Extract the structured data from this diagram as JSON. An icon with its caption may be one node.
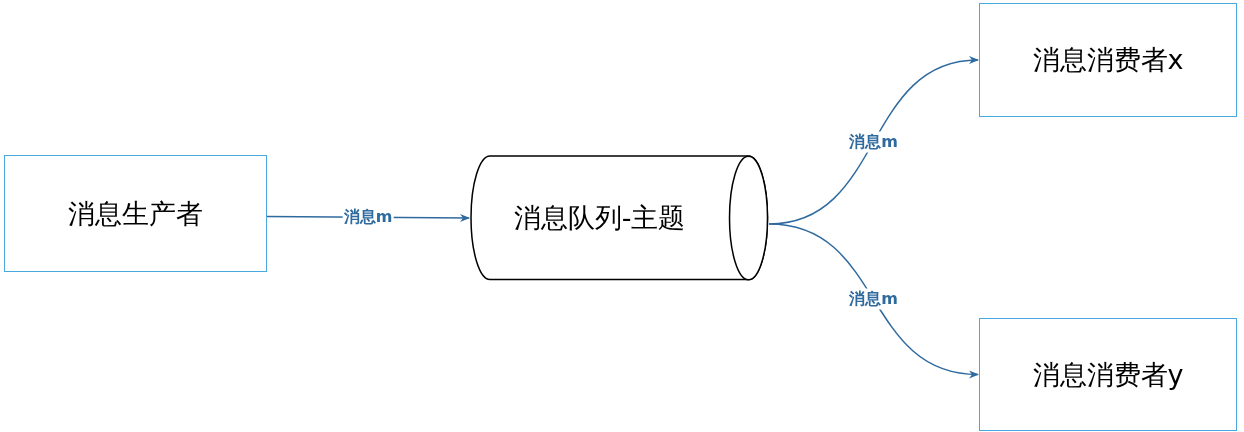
{
  "diagram": {
    "nodes": [
      {
        "text": [
          "消息生产者"
        ]
      },
      {
        "text": [
          "消息队列-主题"
        ]
      },
      {
        "text": [
          "消息消费者x"
        ]
      },
      {
        "text": [
          "消息消费者y"
        ]
      }
    ],
    "edges": [
      {
        "from": 0,
        "to": 1,
        "arrow": "to",
        "label": "消息m"
      },
      {
        "from": 1,
        "to": 2,
        "arrow": "to",
        "label": "消息m"
      },
      {
        "from": 1,
        "to": 3,
        "arrow": "to",
        "label": "消息m"
      }
    ]
  }
}
